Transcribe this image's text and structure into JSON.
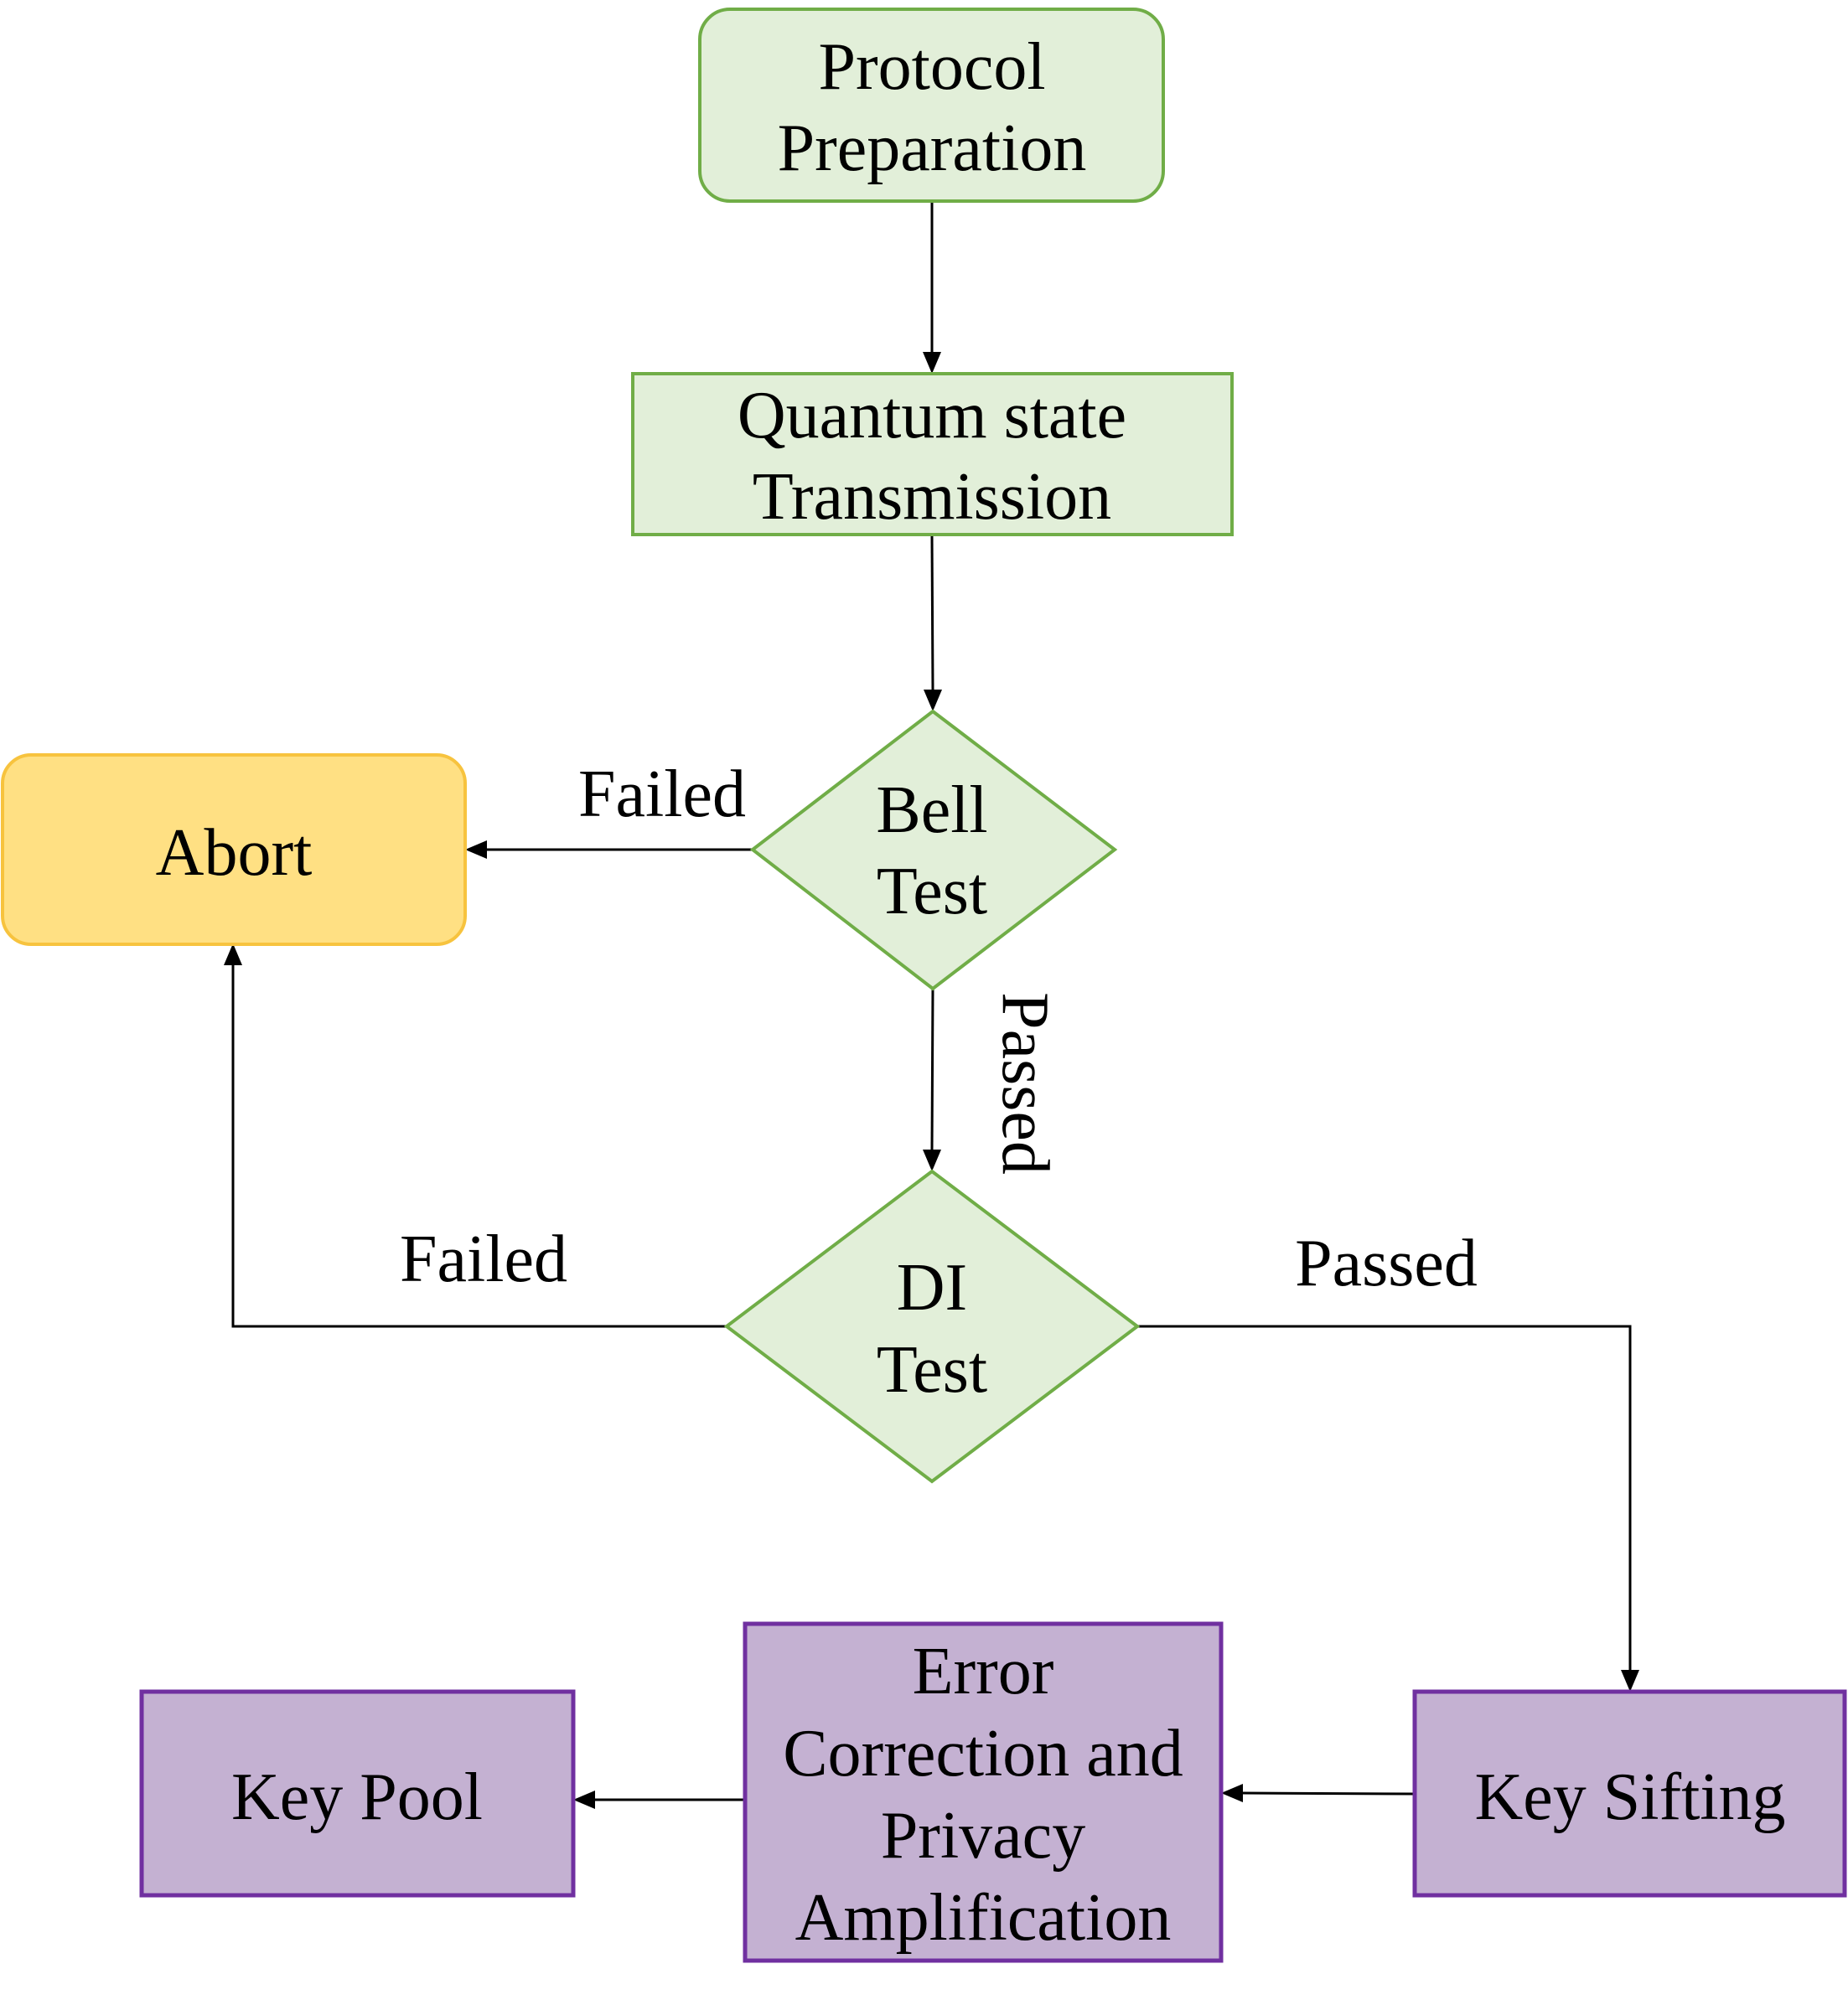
{
  "colors": {
    "green_fill": "#e2efd9",
    "green_stroke": "#70ad47",
    "yellow_fill": "#ffe083",
    "yellow_stroke": "#f7c33e",
    "purple_fill": "#c4b1d2",
    "purple_stroke": "#7030a0",
    "edge": "#000000"
  },
  "nodes": {
    "protocol_preparation": {
      "lines": [
        "Protocol",
        "Preparation"
      ]
    },
    "quantum_state_transmission": {
      "lines": [
        "Quantum state",
        "Transmission"
      ]
    },
    "bell_test": {
      "lines": [
        "Bell",
        "Test"
      ]
    },
    "abort": {
      "lines": [
        "Abort"
      ]
    },
    "di_test": {
      "lines": [
        "DI",
        "Test"
      ]
    },
    "key_sifting": {
      "lines": [
        "Key Sifting"
      ]
    },
    "error_correction_privacy_amplification": {
      "lines": [
        "Error",
        "Correction and",
        "Privacy",
        "Amplification"
      ]
    },
    "key_pool": {
      "lines": [
        "Key Pool"
      ]
    }
  },
  "edges": {
    "bell_failed": "Failed",
    "bell_passed": "Passed",
    "di_failed": "Failed",
    "di_passed": "Passed"
  }
}
